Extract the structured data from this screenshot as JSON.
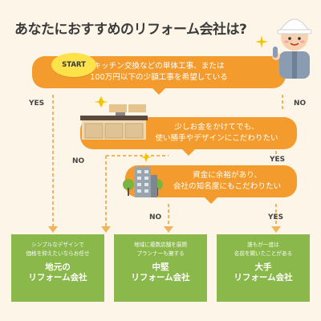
{
  "title": "あなたにおすすめのリフォーム会社は?",
  "start_label": "START",
  "questions": [
    {
      "lines": [
        "キッチン交換などの単体工事、または",
        "100万円以下の少額工事を希望している"
      ]
    },
    {
      "lines": [
        "少しお金をかけてでも、",
        "使い勝手やデザインにこだわりたい"
      ]
    },
    {
      "lines": [
        "資金に余裕があり、",
        "会社の知名度にもこだわりたい"
      ]
    }
  ],
  "answers": {
    "q1_yes": "YES",
    "q1_no": "NO",
    "q2_no": "NO",
    "q2_yes": "YES",
    "q3_no": "NO",
    "q3_yes": "YES"
  },
  "results": [
    {
      "desc": [
        "シンプルなデザインで",
        "価格を抑えたいならお任せ"
      ],
      "name": [
        "地元の",
        "リフォーム会社"
      ]
    },
    {
      "desc": [
        "地域に複数店舗を展開",
        "プランナーも擁する"
      ],
      "name": [
        "中堅",
        "リフォーム会社"
      ]
    },
    {
      "desc": [
        "誰もが一度は",
        "名前を聞いたことがある"
      ],
      "name": [
        "大手",
        "リフォーム会社"
      ]
    }
  ],
  "colors": {
    "background": "#fdf6e8",
    "accent_orange": "#f39b2c",
    "result_green": "#8ab84a",
    "start_yellow": "#fde24a"
  },
  "icons": [
    "worker-character-icon",
    "kitchen-icon",
    "building-icon"
  ]
}
